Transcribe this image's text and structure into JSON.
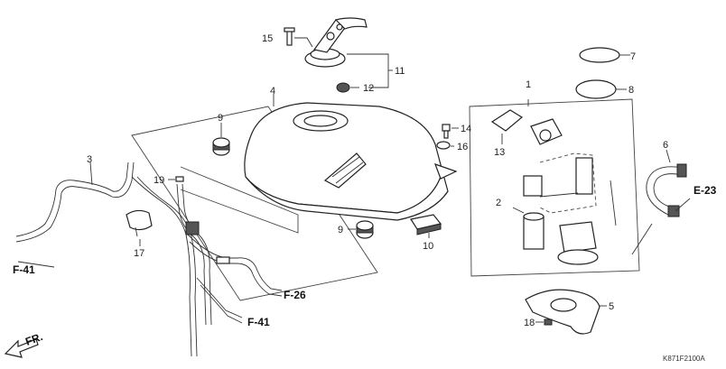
{
  "callouts": {
    "c1": "1",
    "c2": "2",
    "c3": "3",
    "c4": "4",
    "c5": "5",
    "c6": "6",
    "c7": "7",
    "c8": "8",
    "c9a": "9",
    "c9b": "9",
    "c10": "10",
    "c11": "11",
    "c12": "12",
    "c13": "13",
    "c14": "14",
    "c15": "15",
    "c16": "16",
    "c17": "17",
    "c18": "18",
    "c19": "19"
  },
  "references": {
    "f41_left": "F-41",
    "f26": "F-26",
    "f41_bottom": "F-41",
    "e23": "E-23",
    "fr": "FR."
  },
  "diagram_code": "K871F2100A",
  "colors": {
    "line": "#333333",
    "part": "#222222",
    "fill": "#ffffff"
  }
}
